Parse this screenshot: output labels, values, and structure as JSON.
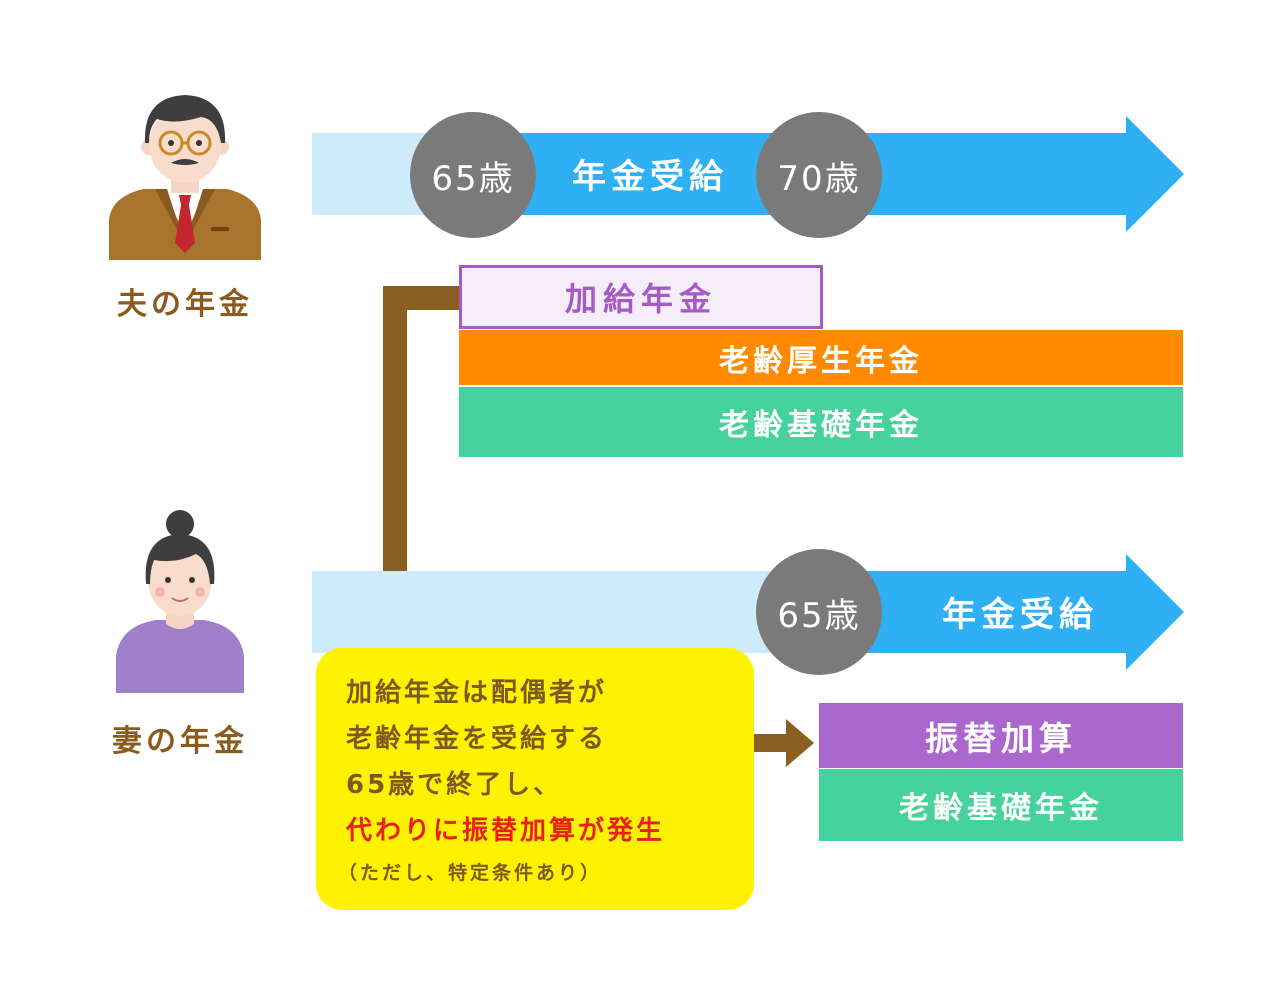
{
  "husband": {
    "label": "夫の年金",
    "start_age": "65歳",
    "receive": "年金受給",
    "end_age": "70歳",
    "addition": "加給年金",
    "welfare": "老齢厚生年金",
    "basic": "老齢基礎年金"
  },
  "wife": {
    "label": "妻の年金",
    "start_age": "65歳",
    "receive": "年金受給",
    "furikae": "振替加算",
    "basic": "老齢基礎年金"
  },
  "note": {
    "line1": "加給年金は配偶者が",
    "line2": "老齢年金を受給する",
    "line3": "65歳で終了し、",
    "line4": "代わりに振替加算が発生",
    "line5": "（ただし、特定条件あり）"
  },
  "colors": {
    "arrow": "#2fb0f4",
    "arrow_pale": "#cdebfb",
    "age_circle": "#7a7a7a",
    "addition_border": "#a65bc4",
    "addition_fill": "#f5edf9",
    "welfare": "#ff8a00",
    "basic": "#45d29f",
    "furikae": "#ac67cf",
    "connector": "#8b5e22",
    "note_bg": "#fff200",
    "highlight": "#e8201a"
  }
}
